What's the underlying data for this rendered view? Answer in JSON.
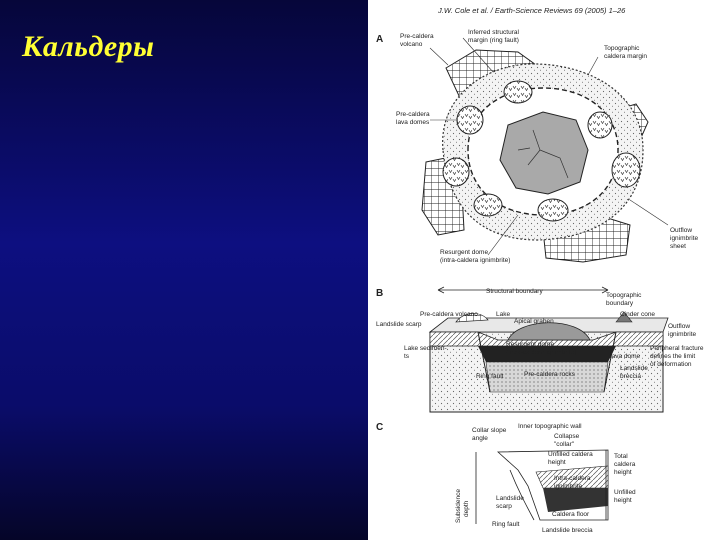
{
  "slide": {
    "title": "Кальдеры",
    "title_color": "#ffff33",
    "background": "#0d0f80"
  },
  "figure": {
    "citation": "J.W. Cole et al. / Earth-Science Reviews 69 (2005) 1–26",
    "panel_a": {
      "letter": "A",
      "labels": {
        "pre_caldera_volcano": [
          "Pre-caldera",
          "volcano"
        ],
        "inferred_margin": [
          "Inferred structural",
          "margin (ring fault)"
        ],
        "topographic_margin": [
          "Topographic",
          "caldera margin"
        ],
        "lava_domes": [
          "Pre-caldera",
          "lava domes"
        ],
        "outflow_sheet": [
          "Outflow",
          "ignimbrite",
          "sheet"
        ],
        "resurgent_dome": [
          "Resurgent dome",
          "(intra-caldera ignimbrite)"
        ]
      }
    },
    "panel_b": {
      "letter": "B",
      "labels": {
        "structural_boundary": "Structural boundary",
        "topographic_boundary": [
          "Topographic",
          "boundary"
        ],
        "pre_caldera_volcano": "Pre-caldera volcano",
        "lake": "Lake",
        "apical_graben": "Apical graben",
        "cinder_cone": "Cinder cone",
        "landslide_scarp": "Landslide scarp",
        "outflow_ignimbrite": [
          "Outflow",
          "ignimbrite"
        ],
        "resurgent_dome": [
          "Resurgent dome",
          "(intra-caldera ignimbrite)"
        ],
        "lake_sediments": [
          "Lake sedimen-",
          "ts"
        ],
        "lava_dome": "Lava dome",
        "peripheral_fracture": [
          "Peripheral fracture",
          "defines the limit",
          "of deformation"
        ],
        "ring_fault": "Ring fault",
        "pre_caldera_rocks": "Pre-caldera rocks",
        "landslide_breccia": [
          "Landslide",
          "breccia"
        ]
      }
    },
    "panel_c": {
      "letter": "C",
      "labels": {
        "collar_slope_angle": [
          "Collar slope",
          "angle"
        ],
        "inner_wall": "Inner topographic wall",
        "collapse_collar": [
          "Collapse",
          "\"collar\""
        ],
        "unfilled_caldera_height": [
          "Unfilled caldera",
          "height"
        ],
        "total_caldera_height": [
          "Total",
          "caldera",
          "height"
        ],
        "subsidence_depth": [
          "Subsidence",
          "depth"
        ],
        "intra_caldera_ignimbrite": [
          "Intra-caldera",
          "ignimbrite"
        ],
        "landslide_scarp": [
          "Landslide",
          "scarp"
        ],
        "caldera_floor": "Caldera floor",
        "ring_fault": "Ring fault",
        "landslide_breccia": "Landslide breccia",
        "unfilled_height": [
          "Unfilled",
          "height"
        ]
      }
    }
  }
}
